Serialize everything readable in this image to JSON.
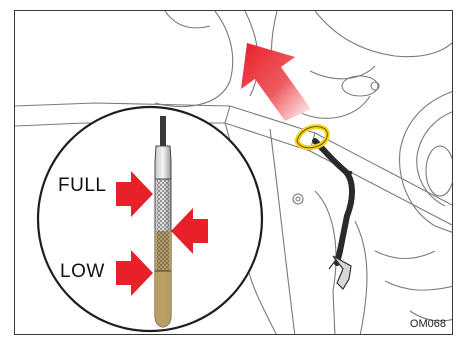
{
  "labels": {
    "full": "FULL",
    "low": "LOW",
    "figure_code": "OM068"
  },
  "colors": {
    "arrow_red": "#e8202a",
    "dipstick_loop": "#f2d21a",
    "oil": "#b89a5a"
  }
}
